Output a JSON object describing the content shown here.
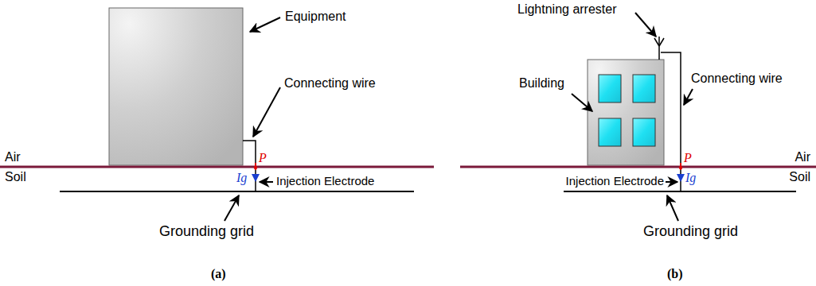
{
  "diagram": {
    "labels": [
      "Equipment",
      "Connecting wire",
      "Air",
      "P",
      "Soil",
      "Ig",
      "Injection Electrode",
      "Grounding grid",
      "(a)",
      "Lightning arrester",
      "Building",
      "Connecting wire",
      "P",
      "Air",
      "Injection Electrode",
      "Ig",
      "Soil",
      "Grounding grid",
      "(b)"
    ]
  }
}
